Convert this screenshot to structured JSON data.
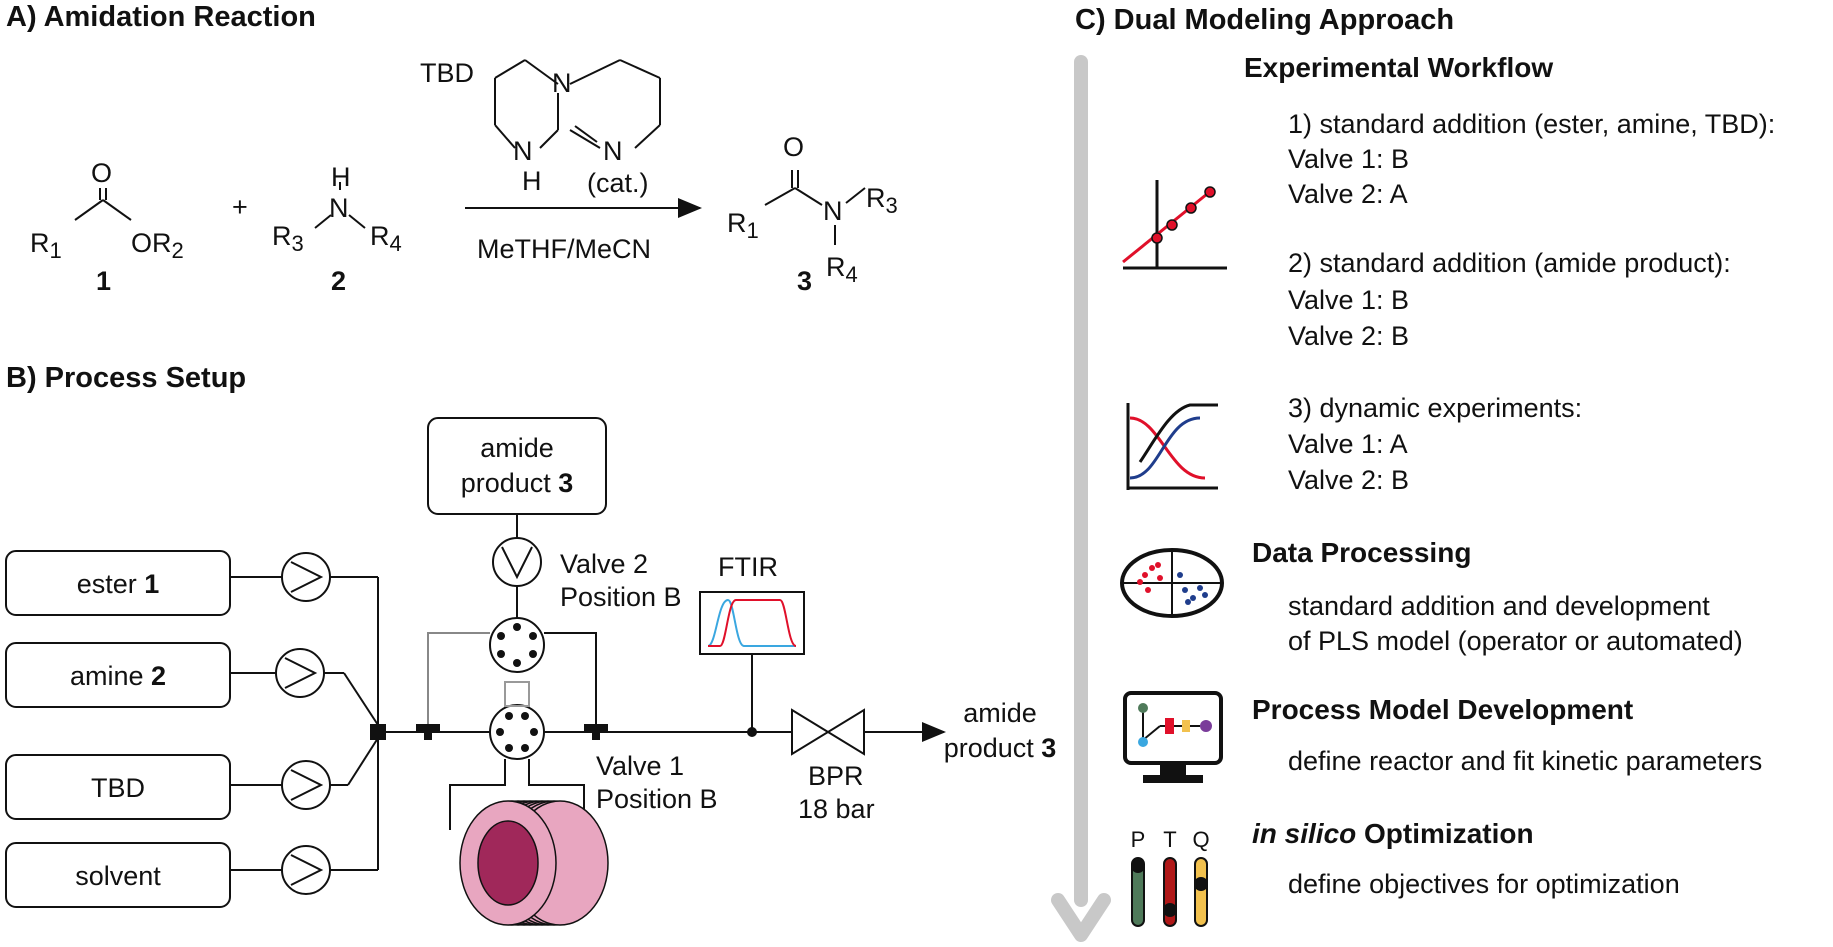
{
  "section_a": {
    "title": "A) Amidation Reaction",
    "catalyst_name": "TBD",
    "catalyst_note": "(cat.)",
    "solvent": "MeTHF/MeCN",
    "plus": "+",
    "compound_1": "1",
    "compound_2": "2",
    "compound_3": "3",
    "atom_O": "O",
    "atom_N": "N",
    "atom_H": "H",
    "grp_R1": "R",
    "grp_OR2": "OR",
    "grp_R3": "R",
    "grp_R4": "R",
    "sub_1": "1",
    "sub_2": "2",
    "sub_3": "3",
    "sub_4": "4"
  },
  "section_b": {
    "title": "B) Process Setup",
    "feeds": [
      {
        "name": "ester ",
        "num": "1"
      },
      {
        "name": "amine ",
        "num": "2"
      },
      {
        "name": "TBD",
        "num": ""
      },
      {
        "name": "solvent",
        "num": ""
      }
    ],
    "amide_box_line1": "amide",
    "amide_box_line2": "product ",
    "amide_box_num": "3",
    "valve2_line1": "Valve 2",
    "valve2_line2": "Position B",
    "valve1_line1": "Valve 1",
    "valve1_line2": "Position B",
    "ftir": "FTIR",
    "bpr_line1": "BPR",
    "bpr_line2": "18 bar",
    "out_line1": "amide",
    "out_line2": "product ",
    "out_num": "3",
    "colors": {
      "ftir_red": "#e0102a",
      "ftir_blue": "#3aa7e0",
      "reactor_coil": "#e8a6c0",
      "reactor_core": "#a0285a"
    }
  },
  "section_c": {
    "title": "C) Dual Modeling Approach",
    "experimental_workflow": "Experimental Workflow",
    "step1": "1) standard addition (ester, amine, TBD):",
    "step1_v1": "Valve 1: B",
    "step1_v2": "Valve 2: A",
    "step2": "2) standard addition (amide product):",
    "step2_v1": "Valve 1: B",
    "step2_v2": "Valve 2: B",
    "step3": "3) dynamic experiments:",
    "step3_v1": "Valve 1: A",
    "step3_v2": "Valve 2: B",
    "data_processing": "Data Processing",
    "dp_line1": "standard addition and development",
    "dp_line2": "of PLS model (operator or automated)",
    "process_model": "Process Model Development",
    "pm_line1": "define reactor and fit kinetic parameters",
    "insilico_italic": "in silico",
    "insilico_rest": " Optimization",
    "opt_line1": "define objectives for optimization",
    "slider_P": "P",
    "slider_T": "T",
    "slider_Q": "Q",
    "colors": {
      "arrow_gray": "#c8c8c8",
      "line_red": "#e0102a",
      "line_blue": "#1f3d8c",
      "slider_green": "#4f7a5a",
      "slider_red": "#b01818",
      "slider_yellow": "#f2c14e"
    }
  }
}
